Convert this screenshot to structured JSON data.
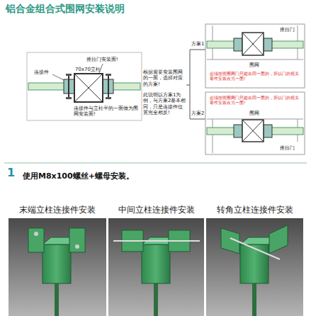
{
  "diagram": {
    "title": "铝合金组合式围网安装说明",
    "nodes": [
      {
        "text": [
          "末端立柱连接件安装"
        ]
      },
      {
        "text": [
          "中间立柱连接件安装"
        ]
      },
      {
        "text": [
          "转角立柱连接件安装"
        ]
      }
    ],
    "labels": [
      "推拉门安装面!",
      "连接件",
      "70x70立柱",
      "连接件与立柱平的一面做为围网安装面!",
      "根据需要安装围网的一面，选择对应的方案!",
      "此说明以方案1为例，与方案2基本相同，只是连接件位置完全相反!",
      "方案1",
      "方案2",
      "推拉门",
      "围网",
      "必须按照围网门只能在同一面的，所以门的相关零件安装在另一面!",
      "推拉门",
      "围网",
      "必须按照围网门只能在同一面的，所以门的相关零件安装在另一面!",
      "1",
      "使用M8x100螺丝+螺母安装。"
    ]
  }
}
